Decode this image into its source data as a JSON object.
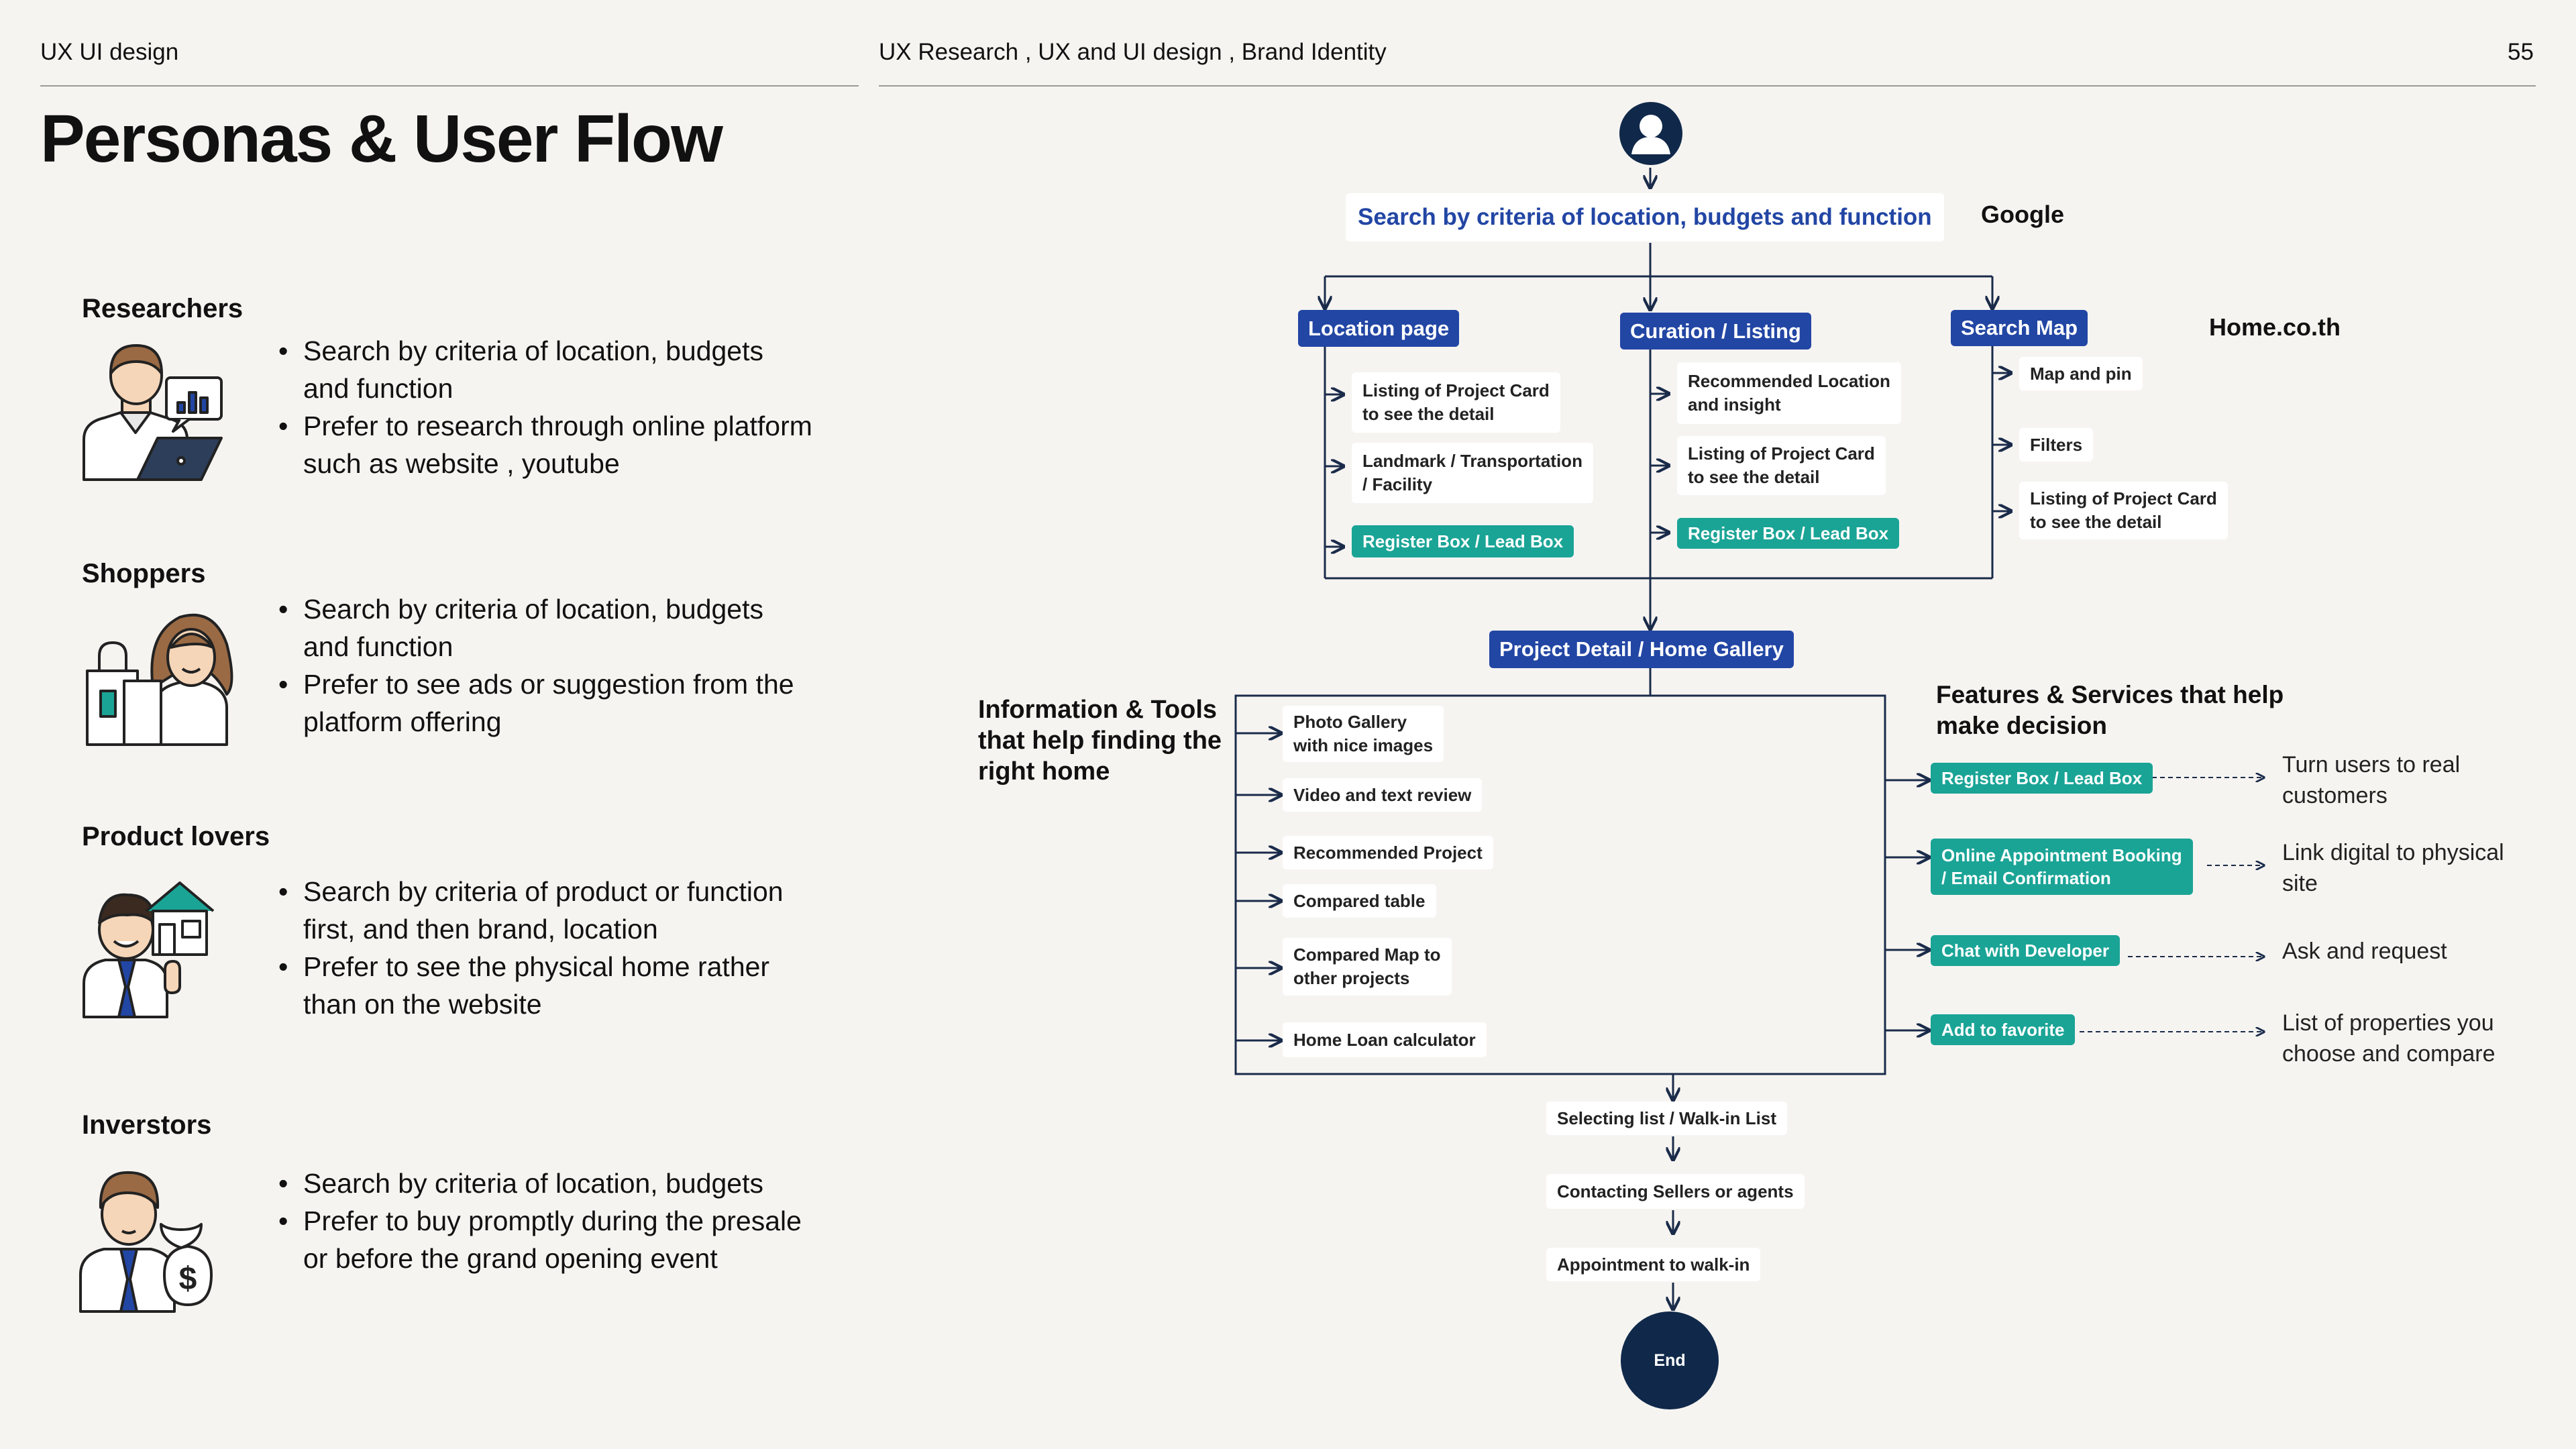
{
  "header": {
    "left": "UX UI design",
    "center": "UX Research , UX and UI design , Brand Identity",
    "page_number": "55"
  },
  "title": "Personas & User Flow",
  "personas": [
    {
      "name": "Researchers",
      "icon": "researcher-laptop-icon",
      "bullets": [
        "Search  by criteria of location, budgets and function",
        "Prefer to research through online platform such as website , youtube"
      ]
    },
    {
      "name": "Shoppers",
      "icon": "shopper-bags-icon",
      "bullets": [
        "Search by criteria of location, budgets and function",
        "Prefer to see ads or suggestion from the platform offering"
      ]
    },
    {
      "name": "Product lovers",
      "icon": "product-lover-house-icon",
      "bullets": [
        "Search by criteria of product or function first, and then brand, location",
        "Prefer to see the physical home rather than on the website"
      ]
    },
    {
      "name": "Inverstors",
      "icon": "investor-money-bag-icon",
      "bullets": [
        "Search  by criteria of location, budgets",
        "Prefer to buy promptly during the presale or before the grand opening event"
      ]
    }
  ],
  "flow": {
    "start_icon": "user-avatar-icon",
    "search": "Search  by criteria of location, budgets and function",
    "google": "Google",
    "homecoth": "Home.co.th",
    "location_page": {
      "title": "Location page",
      "items": [
        "Listing of Project Card\nto see the detail",
        "Landmark / Transportation\n/ Facility"
      ],
      "cta": "Register Box / Lead Box"
    },
    "curation": {
      "title": "Curation / Listing",
      "items": [
        "Recommended Location\nand insight",
        "Listing of Project Card\nto see the detail"
      ],
      "cta": "Register Box / Lead Box"
    },
    "search_map": {
      "title": "Search Map",
      "items": [
        "Map and  pin",
        "Filters",
        "Listing of Project Card\nto see the detail"
      ]
    },
    "project_detail": "Project Detail /  Home Gallery",
    "info_tools_label": "Information & Tools\nthat help finding the\nright home",
    "info_items": [
      "Photo Gallery\nwith nice images",
      "Video and text review",
      "Recommended  Project",
      "Compared table",
      "Compared Map to\nother projects",
      "Home Loan calculator"
    ],
    "features_label": "Features & Services that help\nmake decision",
    "features": [
      {
        "label": "Register Box / Lead Box",
        "note": "Turn users to real\ncustomers"
      },
      {
        "label": "Online Appointment Booking\n/ Email Confirmation",
        "note": "Link digital to physical\nsite"
      },
      {
        "label": "Chat with Developer",
        "note": "Ask and request"
      },
      {
        "label": "Add to favorite",
        "note": "List of properties you\nchoose and compare"
      }
    ],
    "steps": [
      "Selecting list / Walk-in List",
      "Contacting Sellers or agents",
      "Appointment to walk-in"
    ],
    "end": "End"
  },
  "colors": {
    "blue": "#2246a4",
    "teal": "#1aa496",
    "navy": "#10294a",
    "background": "#f6f4f1"
  }
}
